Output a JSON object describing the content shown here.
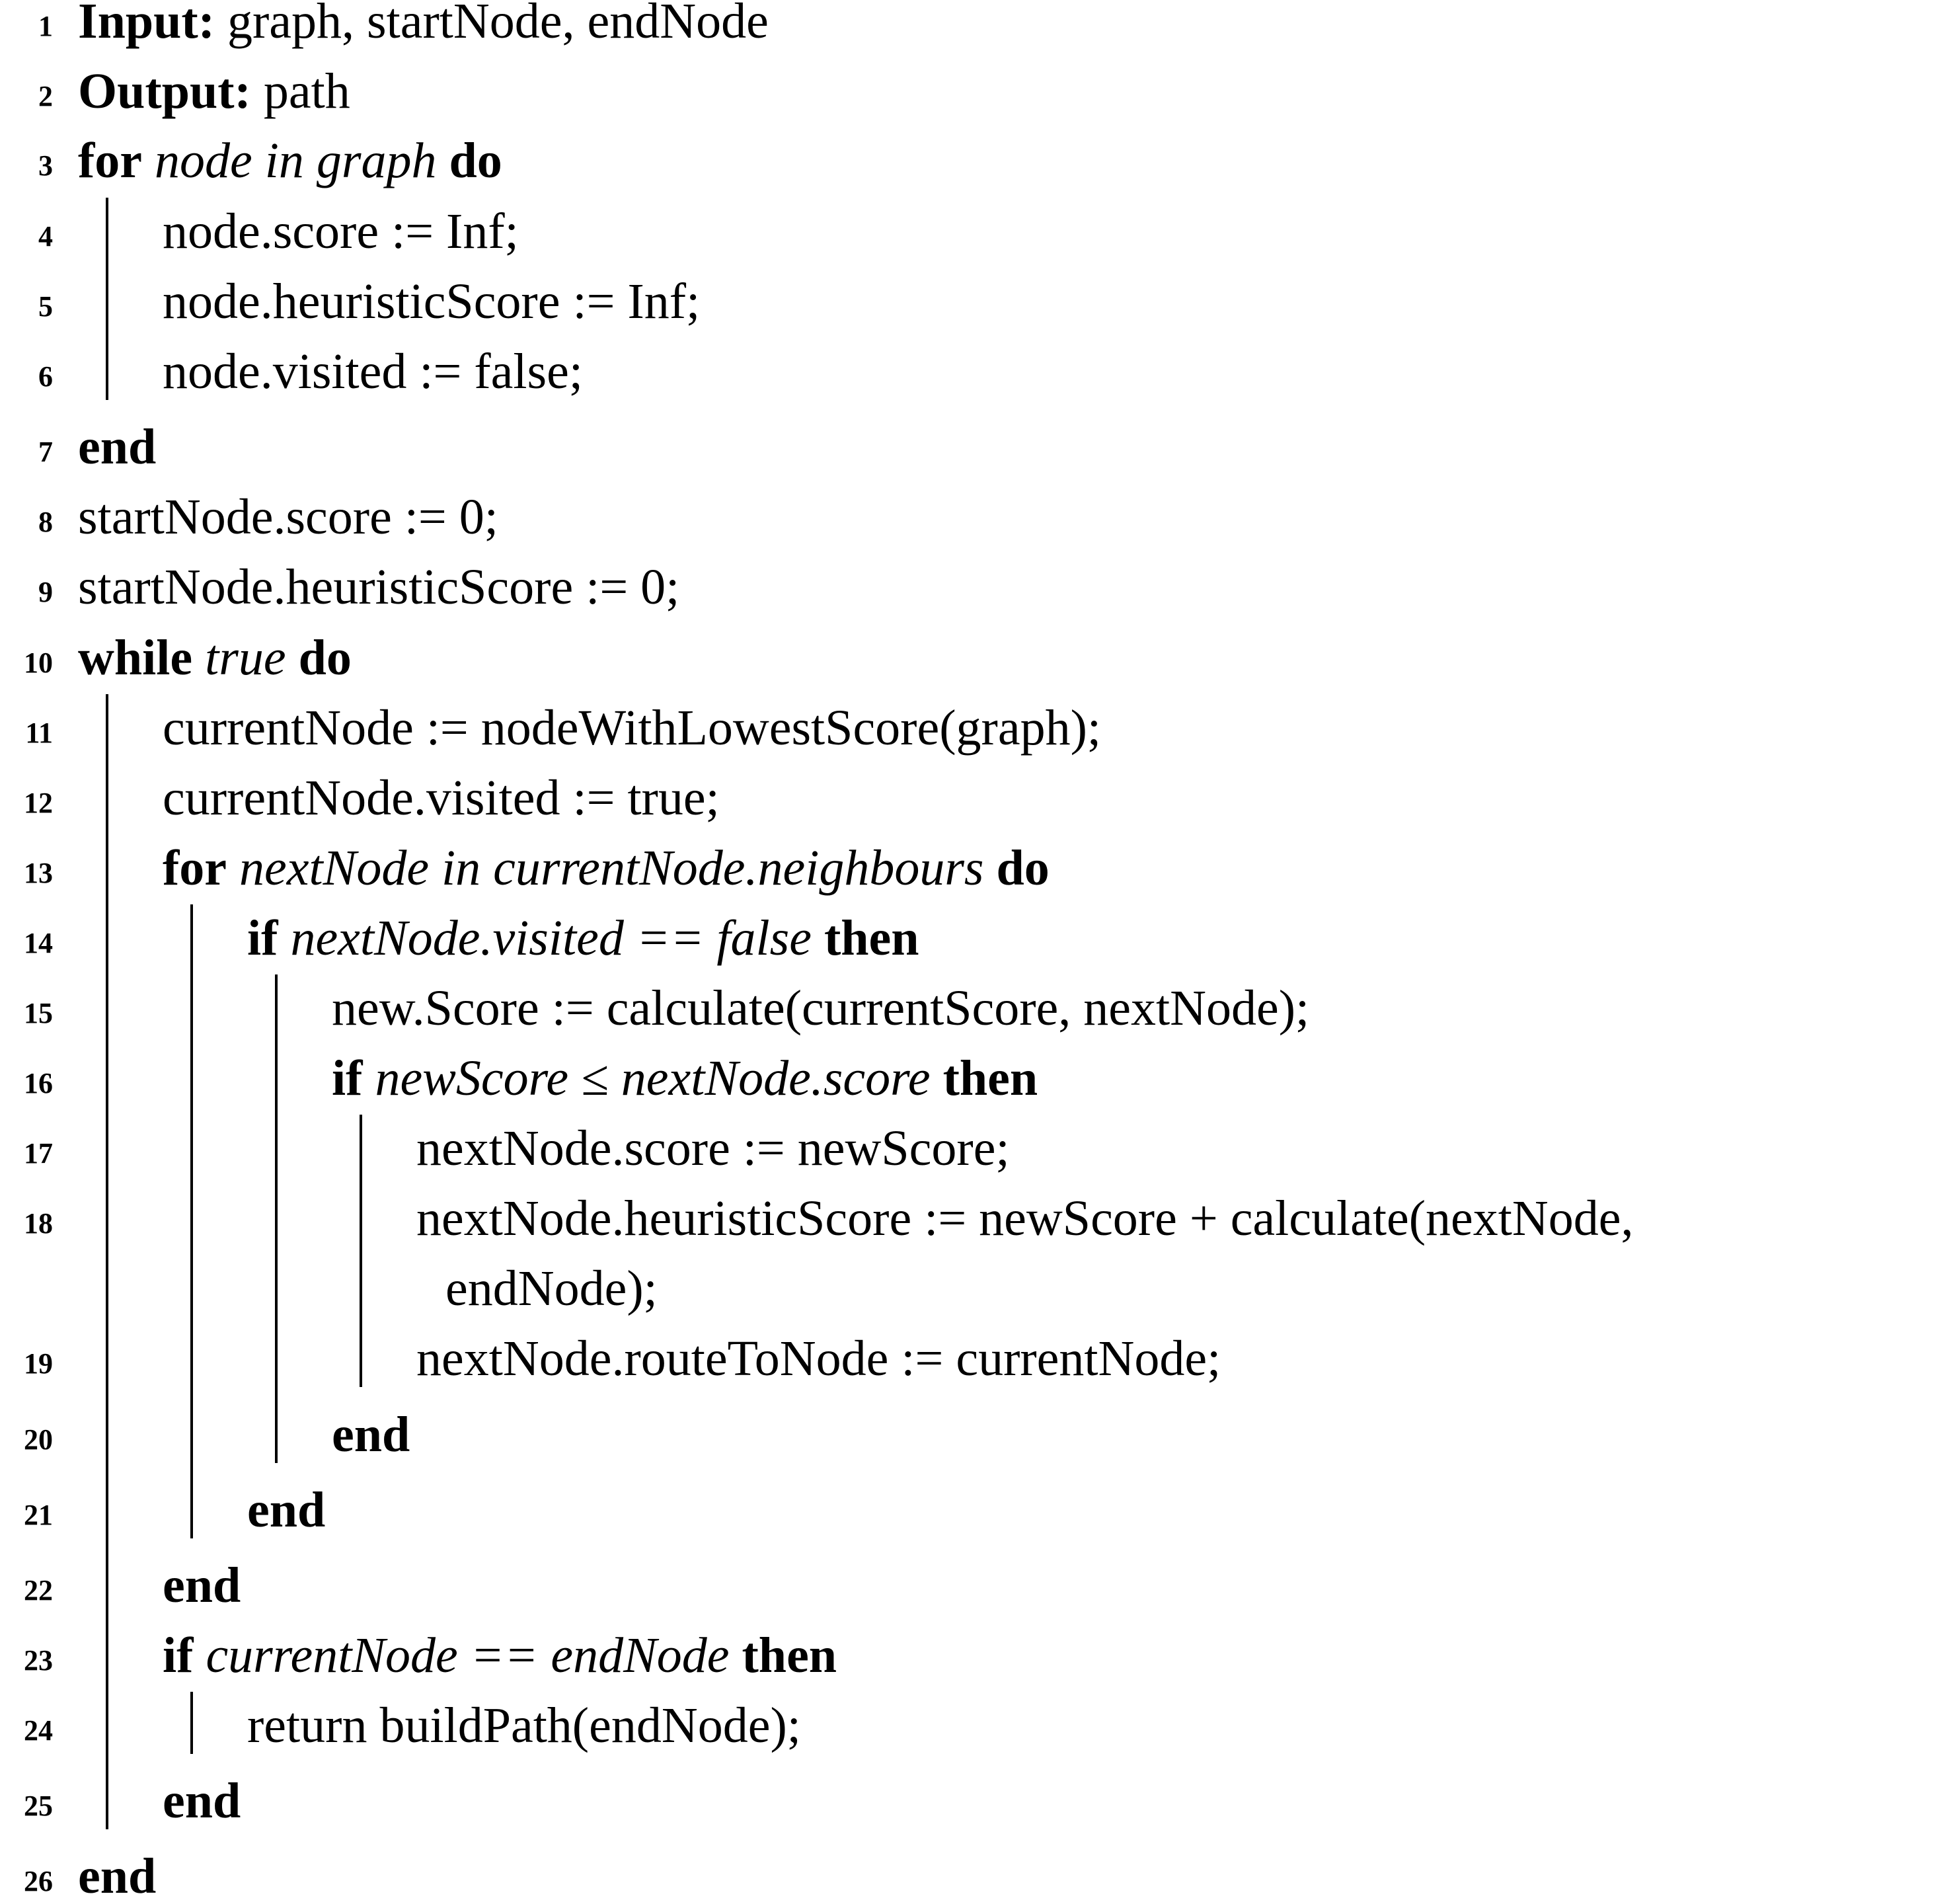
{
  "lines": [
    {
      "num": "1",
      "indent": 0,
      "parts": [
        {
          "t": "Input:",
          "s": "b"
        },
        {
          "t": " graph, startNode, endNode"
        }
      ]
    },
    {
      "num": "2",
      "indent": 0,
      "parts": [
        {
          "t": "Output:",
          "s": "b"
        },
        {
          "t": " path"
        }
      ]
    },
    {
      "num": "3",
      "indent": 0,
      "parts": [
        {
          "t": "for",
          "s": "b"
        },
        {
          "t": " "
        },
        {
          "t": "node in graph",
          "s": "i"
        },
        {
          "t": " "
        },
        {
          "t": "do",
          "s": "b"
        }
      ]
    },
    {
      "num": "4",
      "indent": 1,
      "parts": [
        {
          "t": "node.score := Inf;"
        }
      ]
    },
    {
      "num": "5",
      "indent": 1,
      "parts": [
        {
          "t": "node.heuristicScore := Inf;"
        }
      ]
    },
    {
      "num": "6",
      "indent": 1,
      "parts": [
        {
          "t": "node.visited := false;"
        }
      ]
    },
    {
      "num": "7",
      "indent": 0,
      "parts": [
        {
          "t": "end",
          "s": "b"
        }
      ]
    },
    {
      "num": "8",
      "indent": 0,
      "parts": [
        {
          "t": "startNode.score := 0;"
        }
      ]
    },
    {
      "num": "9",
      "indent": 0,
      "parts": [
        {
          "t": "startNode.heuristicScore := 0;"
        }
      ]
    },
    {
      "num": "10",
      "indent": 0,
      "parts": [
        {
          "t": "while",
          "s": "b"
        },
        {
          "t": " "
        },
        {
          "t": "true",
          "s": "i"
        },
        {
          "t": " "
        },
        {
          "t": "do",
          "s": "b"
        }
      ]
    },
    {
      "num": "11",
      "indent": 1,
      "parts": [
        {
          "t": "currentNode := nodeWithLowestScore(graph);"
        }
      ]
    },
    {
      "num": "12",
      "indent": 1,
      "parts": [
        {
          "t": "currentNode.visited := true;"
        }
      ]
    },
    {
      "num": "13",
      "indent": 1,
      "parts": [
        {
          "t": "for",
          "s": "b"
        },
        {
          "t": " "
        },
        {
          "t": "nextNode in currentNode.neighbours",
          "s": "i"
        },
        {
          "t": " "
        },
        {
          "t": "do",
          "s": "b"
        }
      ]
    },
    {
      "num": "14",
      "indent": 2,
      "parts": [
        {
          "t": "if",
          "s": "b"
        },
        {
          "t": " "
        },
        {
          "t": "nextNode.visited == false",
          "s": "i"
        },
        {
          "t": " "
        },
        {
          "t": "then",
          "s": "b"
        }
      ]
    },
    {
      "num": "15",
      "indent": 3,
      "parts": [
        {
          "t": "new.Score := calculate(currentScore, nextNode);"
        }
      ]
    },
    {
      "num": "16",
      "indent": 3,
      "parts": [
        {
          "t": "if",
          "s": "b"
        },
        {
          "t": " "
        },
        {
          "t": "newScore ≤ nextNode.score",
          "s": "i"
        },
        {
          "t": " "
        },
        {
          "t": "then",
          "s": "b"
        }
      ]
    },
    {
      "num": "17",
      "indent": 4,
      "parts": [
        {
          "t": "nextNode.score := newScore;"
        }
      ]
    },
    {
      "num": "18",
      "indent": 4,
      "parts": [
        {
          "t": "nextNode.heuristicScore := newScore + calculate(nextNode,"
        }
      ]
    },
    {
      "num": "",
      "indent": 4,
      "cont": true,
      "parts": [
        {
          "t": "endNode);"
        }
      ]
    },
    {
      "num": "19",
      "indent": 4,
      "parts": [
        {
          "t": "nextNode.routeToNode := currentNode;"
        }
      ]
    },
    {
      "num": "20",
      "indent": 3,
      "parts": [
        {
          "t": "end",
          "s": "b"
        }
      ]
    },
    {
      "num": "21",
      "indent": 2,
      "parts": [
        {
          "t": "end",
          "s": "b"
        }
      ]
    },
    {
      "num": "22",
      "indent": 1,
      "parts": [
        {
          "t": "end",
          "s": "b"
        }
      ]
    },
    {
      "num": "23",
      "indent": 1,
      "parts": [
        {
          "t": "if",
          "s": "b"
        },
        {
          "t": " "
        },
        {
          "t": "currentNode == endNode",
          "s": "i"
        },
        {
          "t": " "
        },
        {
          "t": "then",
          "s": "b"
        }
      ]
    },
    {
      "num": "24",
      "indent": 2,
      "parts": [
        {
          "t": "return buildPath(endNode);"
        }
      ]
    },
    {
      "num": "25",
      "indent": 1,
      "parts": [
        {
          "t": "end",
          "s": "b"
        }
      ]
    },
    {
      "num": "26",
      "indent": 0,
      "parts": [
        {
          "t": "end",
          "s": "b"
        }
      ]
    }
  ]
}
